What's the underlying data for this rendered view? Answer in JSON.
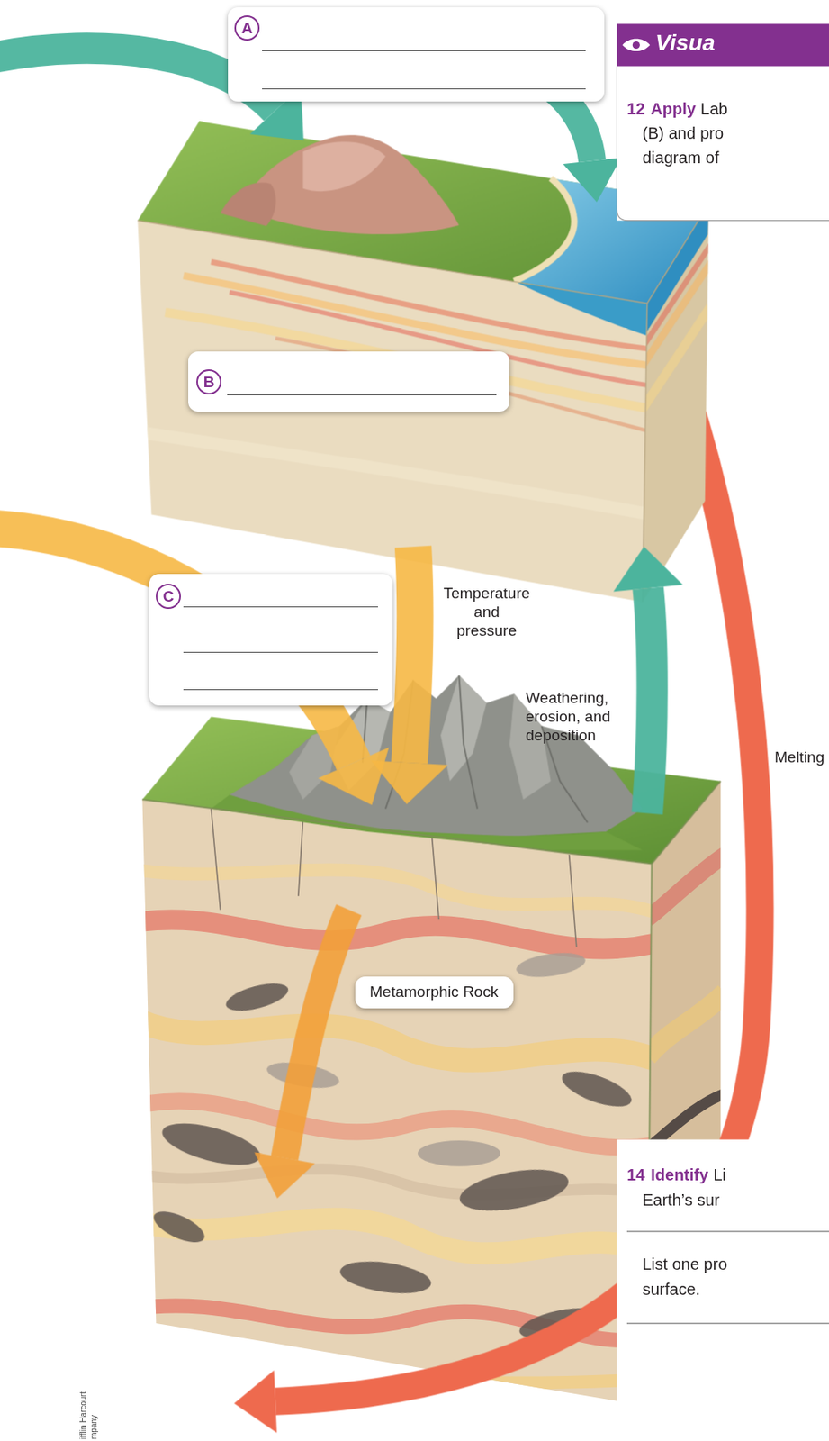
{
  "diagram": {
    "nodes": [
      {
        "text": [
          "A"
        ]
      },
      {
        "text": [
          "B"
        ]
      },
      {
        "text": [
          "C"
        ]
      },
      {
        "text": [
          "Metamorphic Rock"
        ]
      }
    ],
    "labels": [
      "Visua",
      "12",
      "Apply",
      "Lab",
      "(B) and pro",
      "diagram of",
      "Temperature and pressure",
      "Weathering, erosion, and deposition",
      "Melting",
      "14",
      "Identify",
      "Li",
      "Earth’s sur",
      "List one pro",
      "surface.",
      "ifflin Harcourt",
      "mpany"
    ]
  }
}
